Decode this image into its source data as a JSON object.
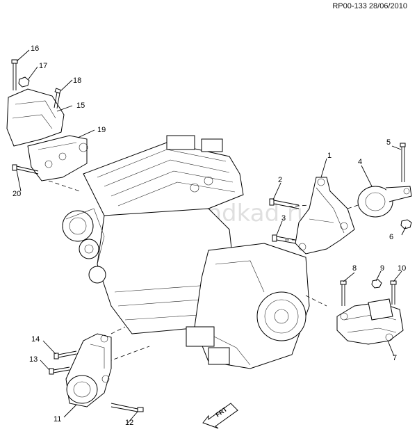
{
  "header": {
    "reference": "RP00-133 28/06/2010"
  },
  "watermark": "www.grandkad.ru",
  "direction_marker": "FRT",
  "callouts": [
    "1",
    "2",
    "3",
    "4",
    "5",
    "6",
    "7",
    "8",
    "9",
    "10",
    "11",
    "12",
    "13",
    "14",
    "15",
    "16",
    "17",
    "18",
    "19",
    "20"
  ]
}
